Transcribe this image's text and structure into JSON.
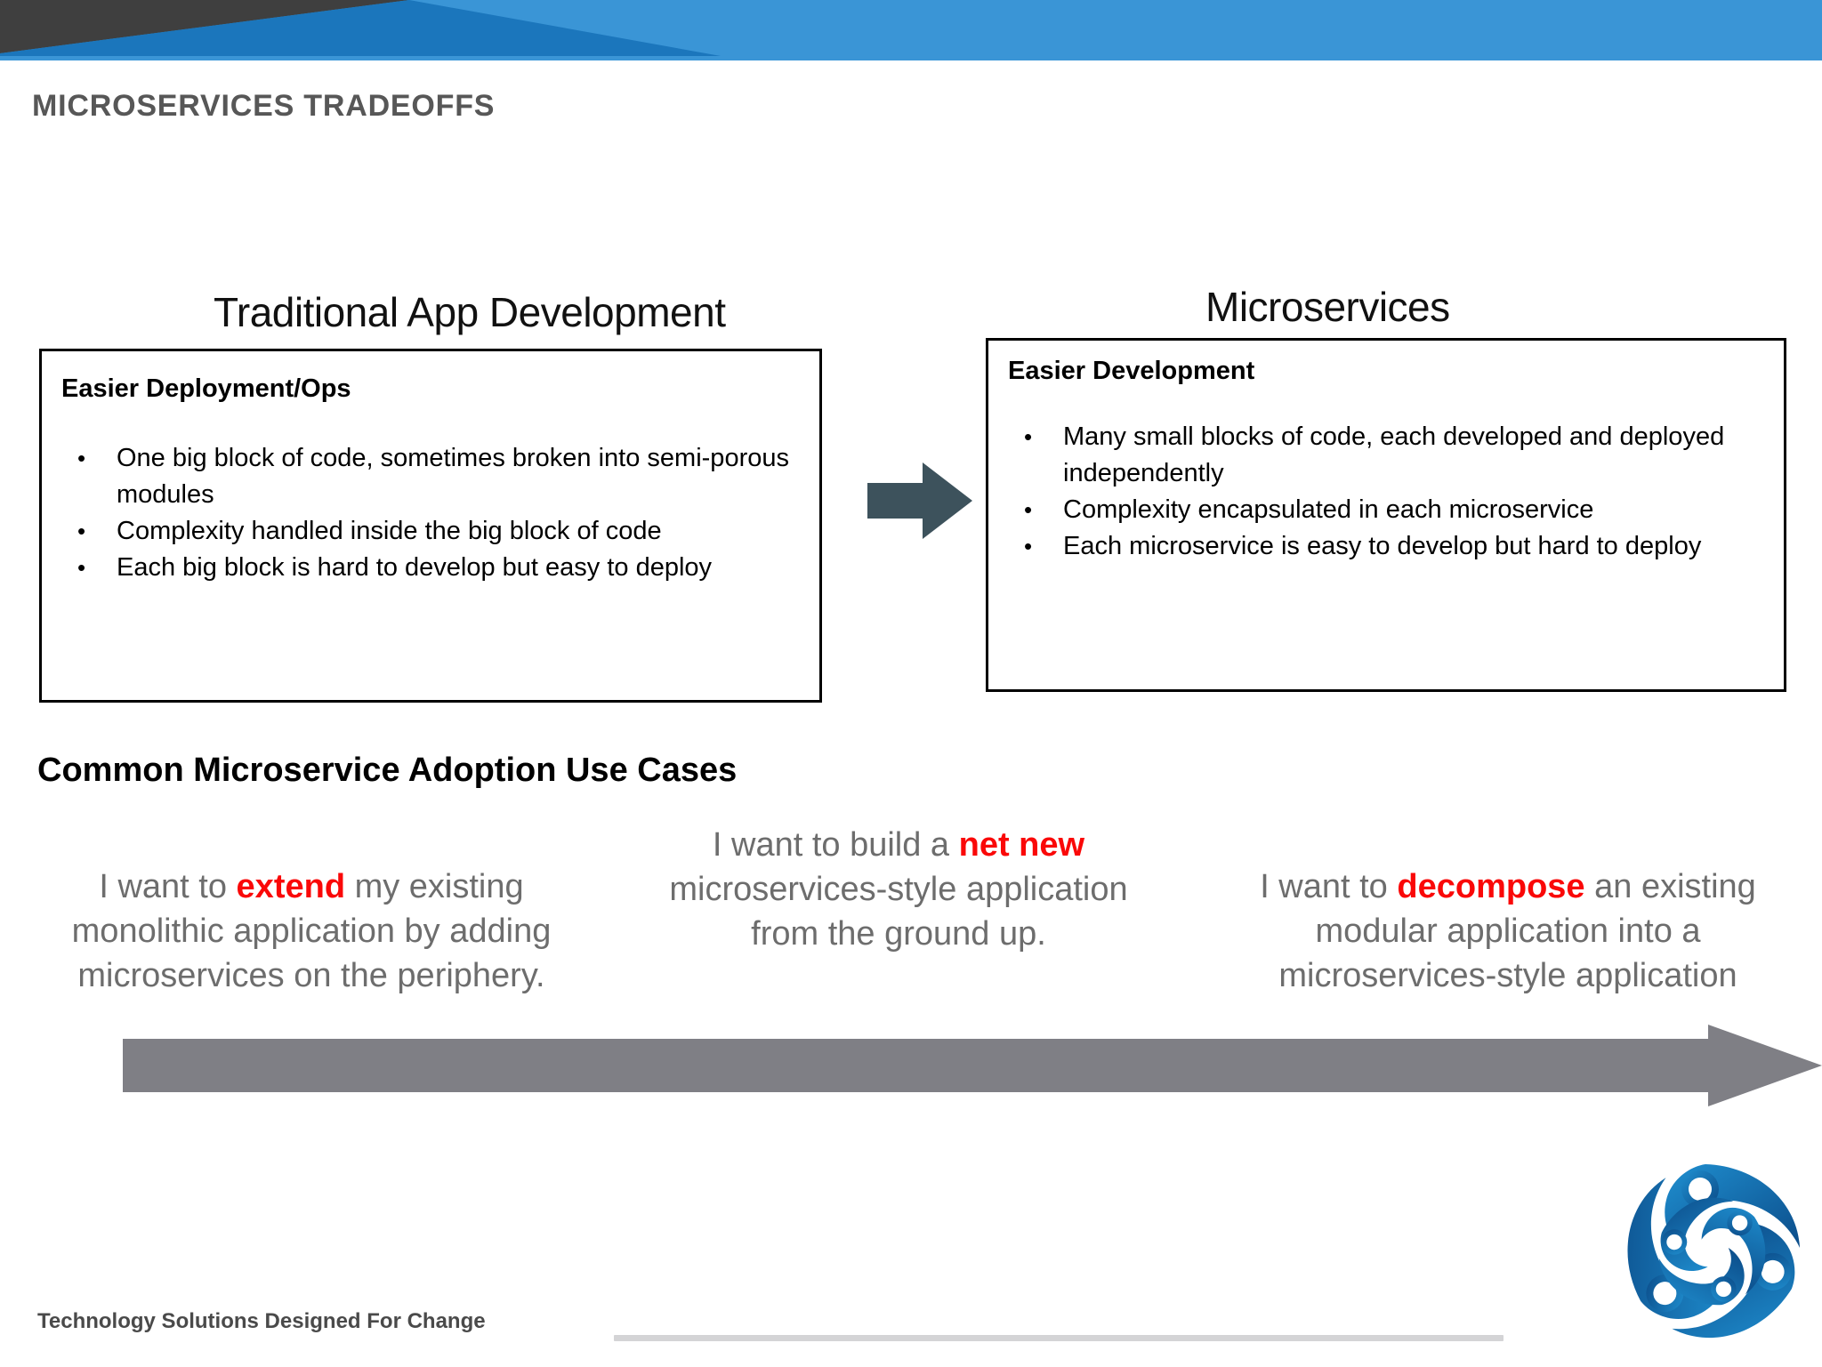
{
  "slide": {
    "title": "MICROSERVICES TRADEOFFS",
    "title_color": "#575757"
  },
  "header": {
    "dark_color": "#3f3f3f",
    "mid_blue_color": "#1b76bc",
    "light_blue_color": "#3a95d6"
  },
  "comparison": {
    "left": {
      "heading": "Traditional App Development",
      "panel_title": "Easier Deployment/Ops",
      "bullets": [
        "One big block of code, sometimes broken into semi-porous modules",
        "Complexity handled inside the big block of code",
        "Each big block is hard to develop but easy to deploy"
      ]
    },
    "right": {
      "heading": "Microservices",
      "panel_title": "Easier Development",
      "bullets": [
        "Many small blocks of code, each developed and deployed independently",
        "Complexity encapsulated in each microservice",
        "Each microservice is easy to develop but hard to deploy"
      ]
    },
    "transition_arrow_color": "#3d525c"
  },
  "use_cases": {
    "heading": "Common Microservice Adoption Use Cases",
    "highlight_color": "#fa0808",
    "body_color": "#6d6d6d",
    "items": [
      {
        "pre": "I want to ",
        "highlight": "extend",
        "post": " my existing monolithic application by adding microservices on the periphery."
      },
      {
        "pre": "I want to build a ",
        "highlight": "net new",
        "post": " microservices-style application from the ground up."
      },
      {
        "pre": "I want to ",
        "highlight": "decompose",
        "post": " an existing modular application into a microservices-style application"
      }
    ],
    "timeline_arrow_color": "#7f7f85"
  },
  "footer": {
    "tagline": "Technology Solutions Designed For Change",
    "divider_color": "#d4d4d6",
    "logo_name": "company-swirl-logo",
    "logo_color_dark": "#0b4a87",
    "logo_color_light": "#1f8fd0"
  }
}
